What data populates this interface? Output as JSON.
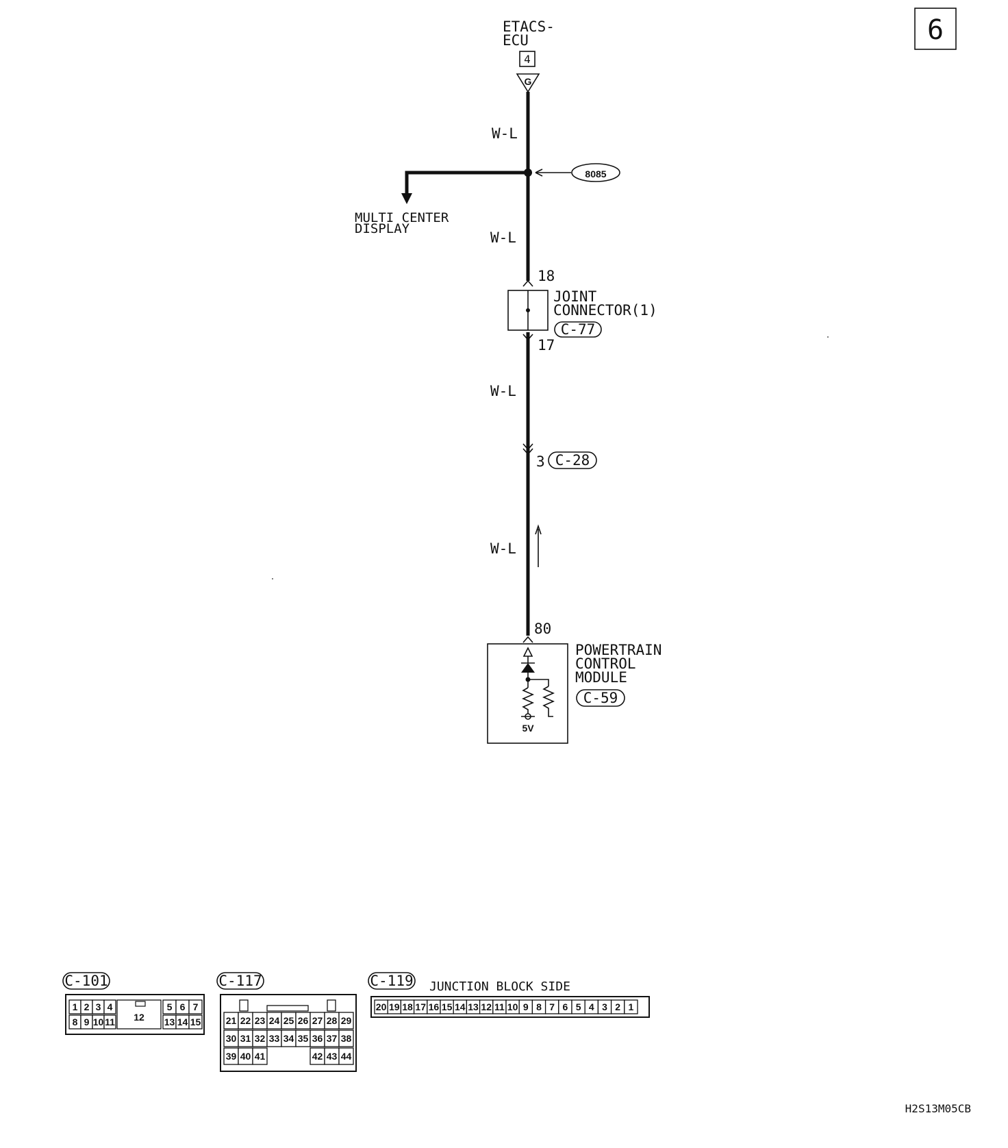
{
  "page_number": "6",
  "diagram_code": "H2S13M05CB",
  "etacs": {
    "name_line1": "ETACS-",
    "name_line2": "ECU",
    "terminal": "4",
    "ground_symbol": "G"
  },
  "wire_colors": [
    "W-L",
    "W-L",
    "W-L",
    "W-L"
  ],
  "splice": {
    "id": "8085"
  },
  "multi_center": {
    "line1": "MULTI CENTER",
    "line2": "DISPLAY"
  },
  "joint_connector": {
    "line1": "JOINT",
    "line2": "CONNECTOR(1)",
    "connector_id": "C-77",
    "pin_in": "18",
    "pin_out": "17"
  },
  "inline_connector": {
    "pin": "3",
    "connector_id": "C-28"
  },
  "pcm": {
    "line1": "POWERTRAIN",
    "line2": "CONTROL",
    "line3": "MODULE",
    "connector_id": "C-59",
    "pin": "80",
    "voltage": "5V"
  },
  "connector_views": {
    "c101": {
      "id": "C-101",
      "row1_left": [
        "1",
        "2",
        "3",
        "4"
      ],
      "center": "12",
      "row1_right": [
        "5",
        "6",
        "7"
      ],
      "row2_left": [
        "8",
        "9",
        "10",
        "11"
      ],
      "row2_right": [
        "13",
        "14",
        "15"
      ]
    },
    "c117": {
      "id": "C-117",
      "row1": [
        "21",
        "22",
        "23",
        "24",
        "25",
        "26",
        "27",
        "28",
        "29"
      ],
      "row2": [
        "30",
        "31",
        "32",
        "33",
        "34",
        "35",
        "36",
        "37",
        "38"
      ],
      "row3_left": [
        "39",
        "40",
        "41"
      ],
      "row3_right": [
        "42",
        "43",
        "44"
      ]
    },
    "c119": {
      "id": "C-119",
      "caption": "JUNCTION BLOCK SIDE",
      "pins": [
        "20",
        "19",
        "18",
        "17",
        "16",
        "15",
        "14",
        "13",
        "12",
        "11",
        "10",
        "9",
        "8",
        "7",
        "6",
        "5",
        "4",
        "3",
        "2",
        "1"
      ]
    }
  }
}
